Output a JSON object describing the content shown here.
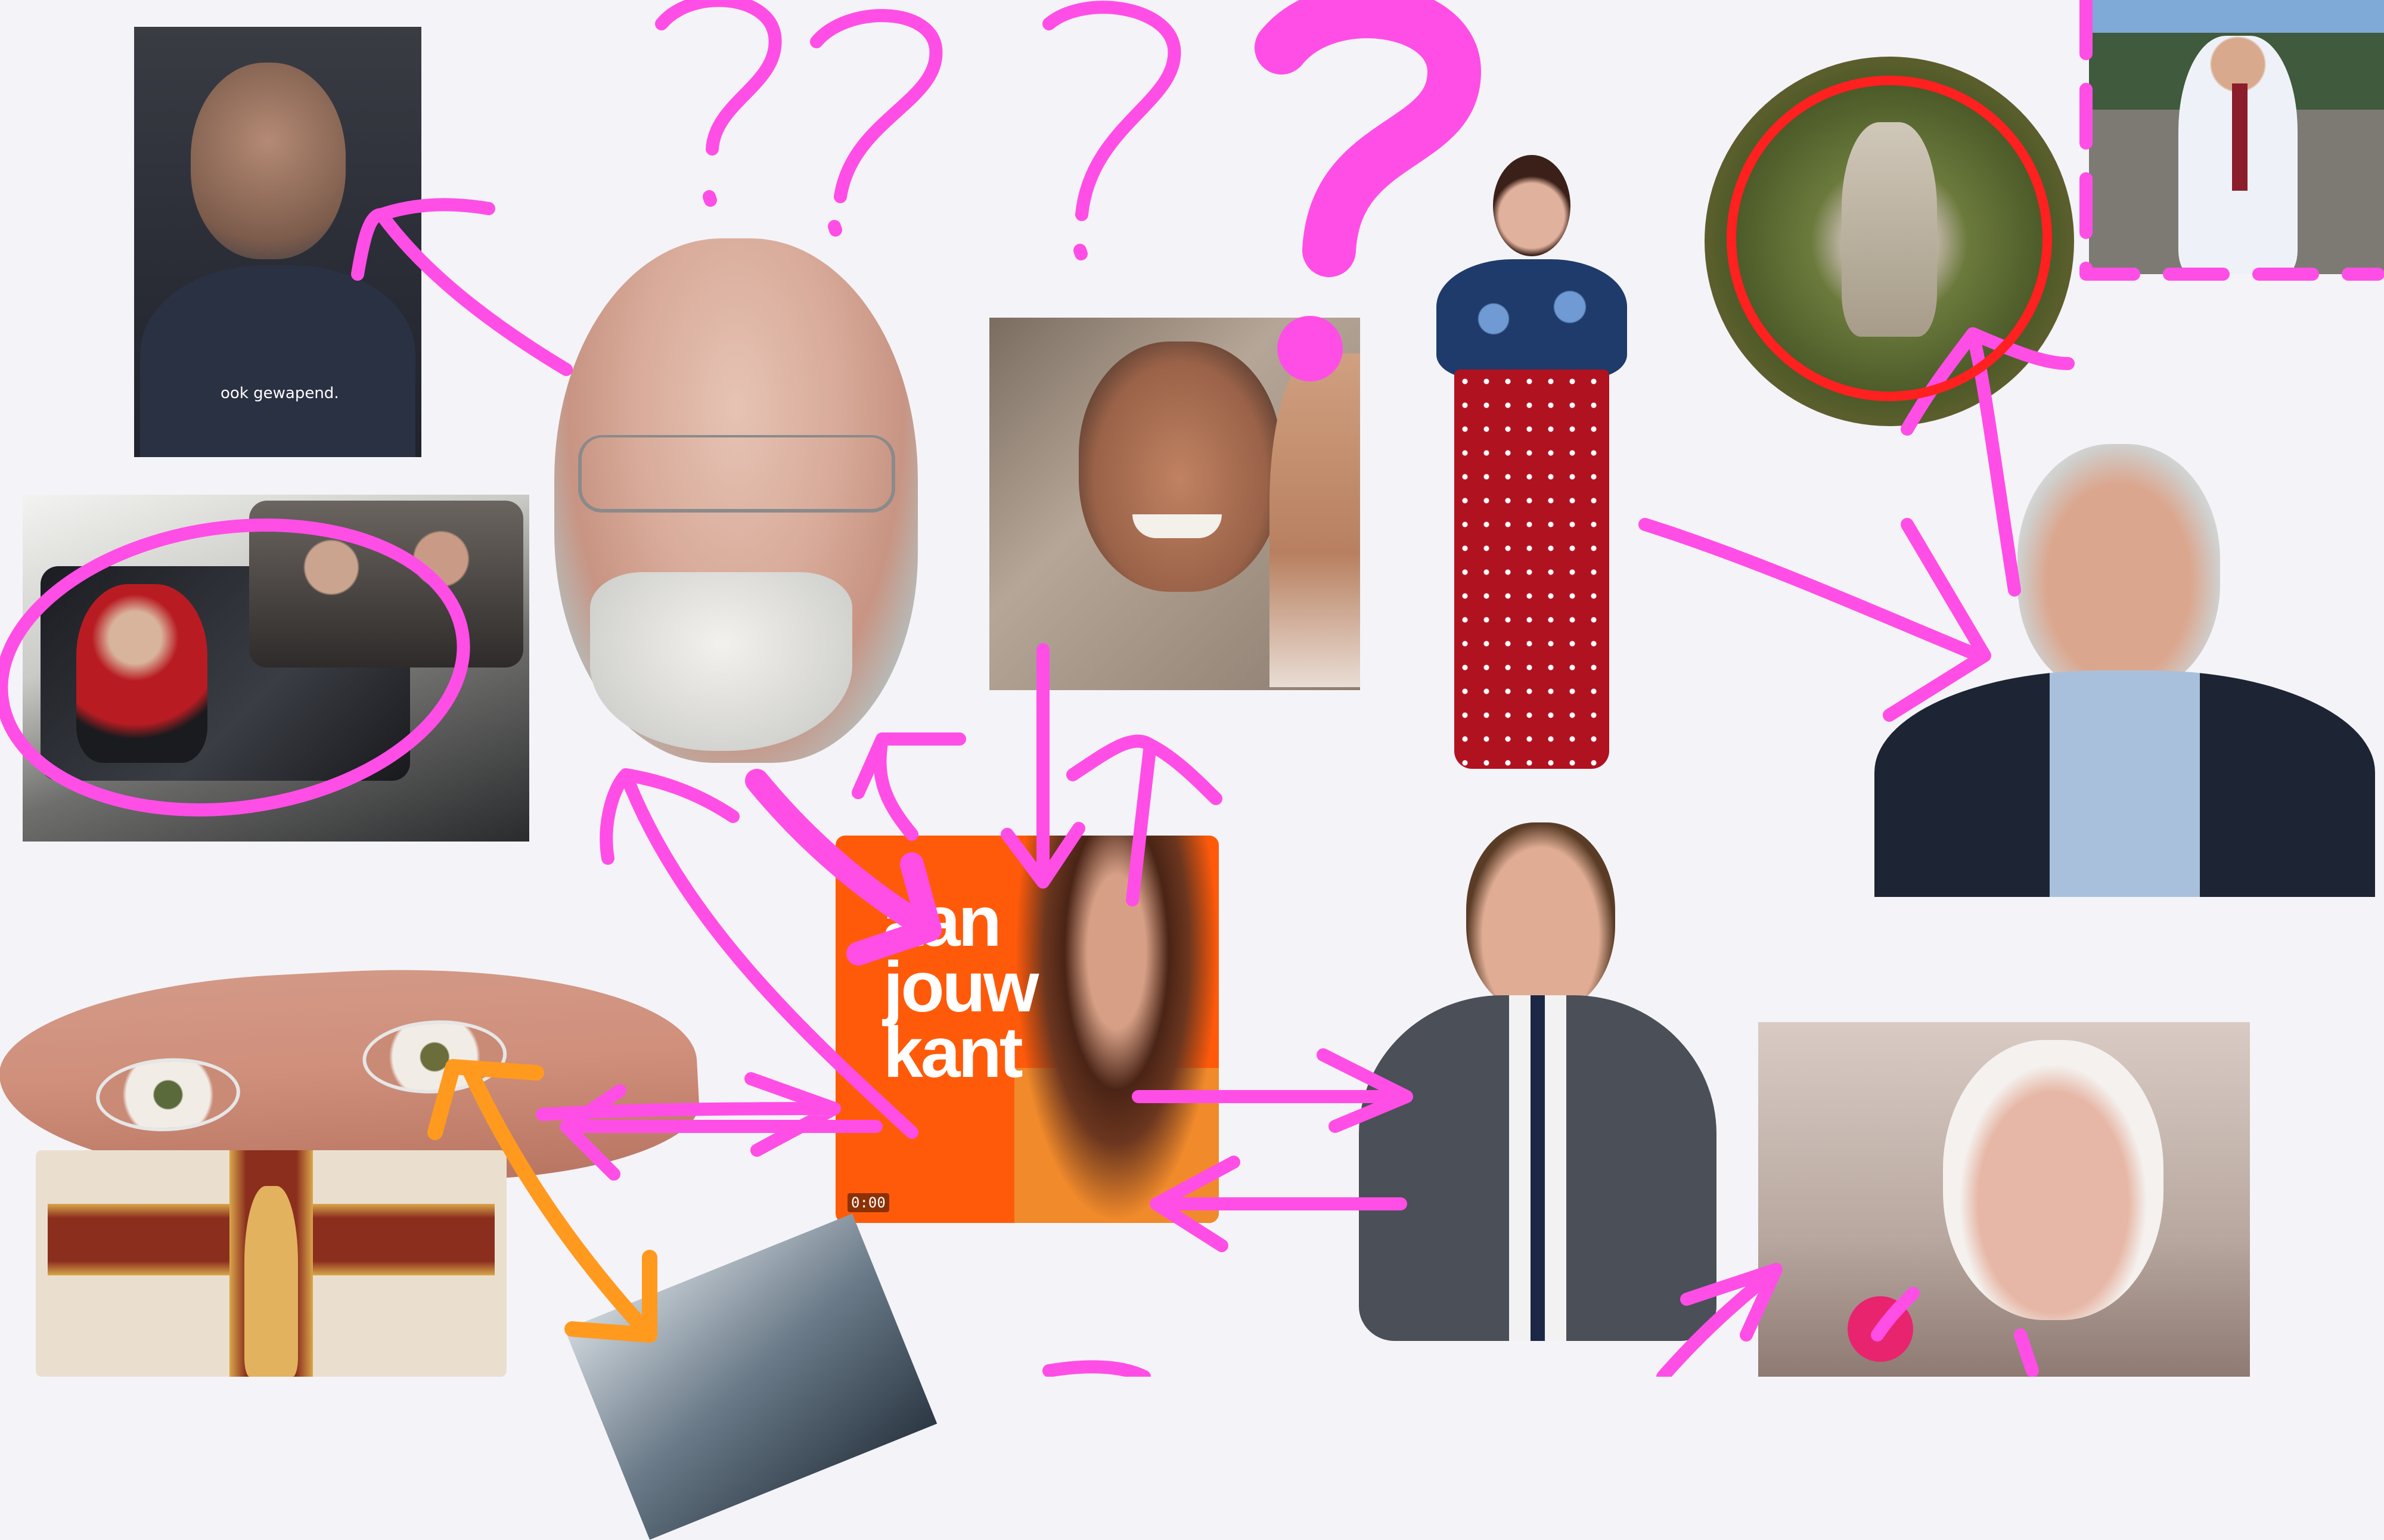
{
  "canvas": {
    "background": "#f4f3f8",
    "pen_color": "#ff4ee6",
    "accent_orange": "#ff9a1f",
    "circle_red": "#ff2020"
  },
  "video_card": {
    "caption": "ook gewapend."
  },
  "podcast_card": {
    "title_lines": [
      "aan",
      "jouw",
      "kant"
    ],
    "timestamp": "0:00",
    "background": "#ff5a0a"
  },
  "icons": {
    "question_marks": [
      "question-mark-icon",
      "question-mark-icon",
      "question-mark-icon",
      "big-question-mark-icon"
    ],
    "arrows": "arrow-icon"
  }
}
